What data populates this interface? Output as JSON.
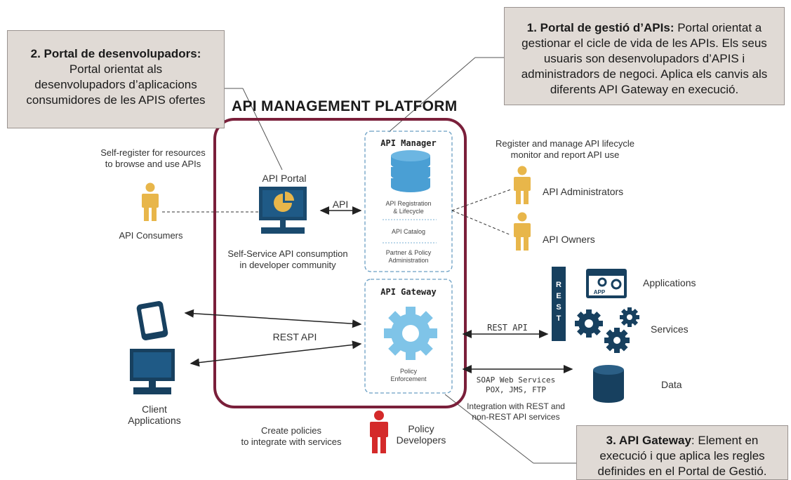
{
  "callouts": {
    "portal_gestio": {
      "title": "1. Portal de gestió d’APIs:",
      "line1": "Portal orientat a",
      "line2": "gestionar el cicle de vida de les APIs. Els seus",
      "line3": "usuaris son desenvolupadors d’APIS i",
      "line4": "administradors de negoci. Aplica els canvis als",
      "line5": "diferents API Gateway en execució."
    },
    "portal_desenvolupadors": {
      "title": "2. Portal de desenvolupadors:",
      "line1": "Portal orientat als",
      "line2": "desenvolupadors d’aplicacions",
      "line3": "consumidores de les APIS ofertes"
    },
    "api_gateway": {
      "title": "3. API Gateway",
      "line1_rest": ": Element en",
      "line2": "execució i que aplica les regles",
      "line3": "definides en el Portal de Gestió."
    }
  },
  "platform_title": "API MANAGEMENT PLATFORM",
  "consumers": {
    "note_line1": "Self-register for resources",
    "note_line2": "to browse and use APIs",
    "label": "API Consumers"
  },
  "portal": {
    "label": "API Portal",
    "api_arrow_label": "API",
    "desc_line1": "Self-Service API consumption",
    "desc_line2": "in developer community"
  },
  "manager": {
    "title": "API Manager",
    "item1_line1": "API Registration",
    "item1_line2": "& Lifecycle",
    "item2": "API Catalog",
    "item3_line1": "Partner & Policy",
    "item3_line2": "Administration"
  },
  "admins": {
    "note_line1": "Register and manage API lifecycle",
    "note_line2": "monitor and report API use",
    "administrators": "API Administrators",
    "owners": "API Owners"
  },
  "gateway": {
    "title": "API Gateway",
    "policy_line1": "Policy",
    "policy_line2": "Enforcement"
  },
  "client": {
    "rest_api": "REST API",
    "label_line1": "Client",
    "label_line2": "Applications"
  },
  "backend": {
    "rest_api": "REST API",
    "rest_bar": [
      "R",
      "E",
      "S",
      "T"
    ],
    "app_badge": "APP",
    "applications": "Applications",
    "services": "Services",
    "data": "Data",
    "soap_line1": "SOAP Web Services",
    "soap_line2": "POX, JMS, FTP",
    "integration_line1": "Integration with REST and",
    "integration_line2": "non-REST API services"
  },
  "policy": {
    "note_line1": "Create policies",
    "note_line2": "to integrate with services",
    "label_line1": "Policy",
    "label_line2": "Developers"
  },
  "colors": {
    "platform_border": "#7a1f3a",
    "monitor": "#1a4a6e",
    "db": "#4a9fd4",
    "gear": "#7fc4e8",
    "person": "#e8b64a",
    "policy_person": "#d42a2a",
    "callout_bg": "#e0dad5",
    "dark_icon": "#17405f"
  }
}
